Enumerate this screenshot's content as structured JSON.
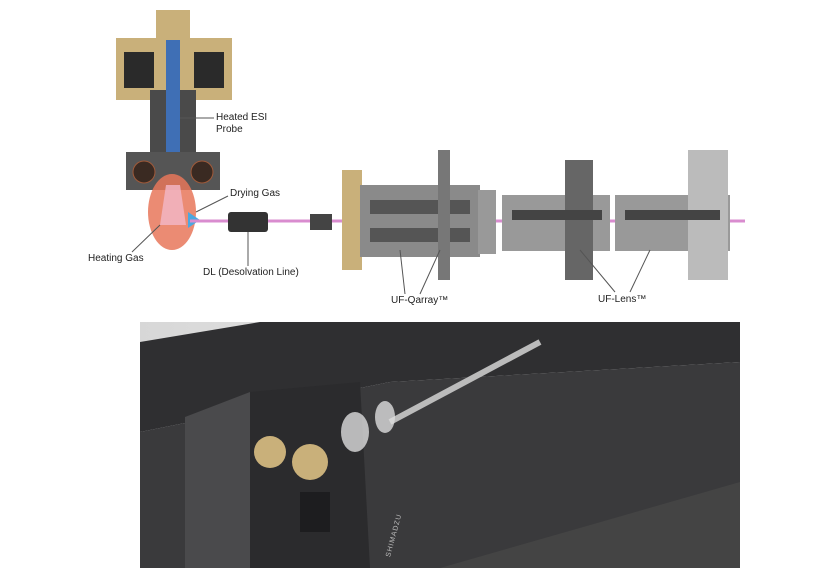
{
  "labels": {
    "probe_line1": "Heated ESI",
    "probe_line2": "Probe",
    "drying_gas": "Drying Gas",
    "heating_gas": "Heating Gas",
    "dl": "DL (Desolvation Line)",
    "qarray": "UF-Qarray™",
    "lens": "UF-Lens™"
  },
  "photo": {
    "brand": "SHIMADZU"
  },
  "colors": {
    "beam": "#d98ccf",
    "gold": "#c9b07a",
    "probe_blue": "#3f6fb5",
    "plume": "#e8775a",
    "instrument": "#3a3a3c"
  }
}
